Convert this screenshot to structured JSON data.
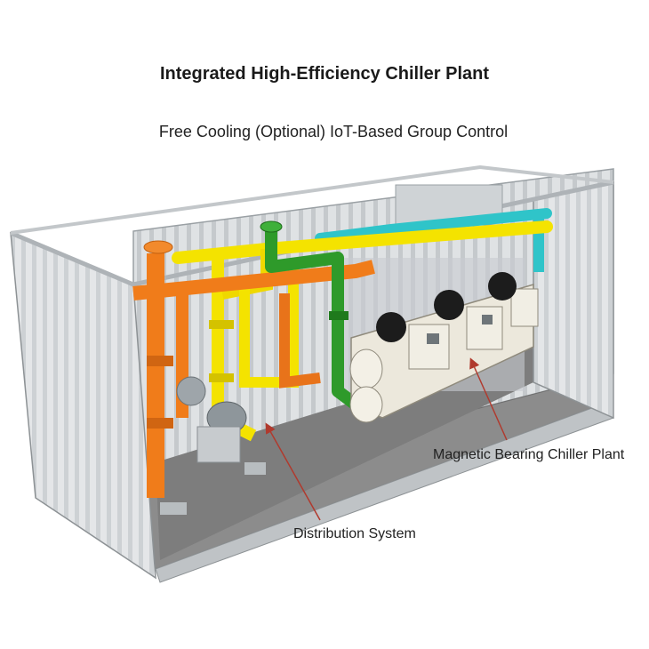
{
  "title": "Integrated High-Efficiency Chiller Plant",
  "subtitle": "Free Cooling (Optional)  IoT-Based Group Control",
  "callouts": {
    "chiller": "Magnetic Bearing Chiller Plant",
    "distribution": "Distribution System"
  },
  "colors": {
    "orange_pipe": "#f07c1a",
    "yellow_pipe": "#f4e300",
    "green_pipe": "#2e9a2a",
    "cyan_pipe": "#2fc4c9",
    "container": "#d9dcdf",
    "floor": "#8a8a8a",
    "arrow": "#b03a2e"
  }
}
